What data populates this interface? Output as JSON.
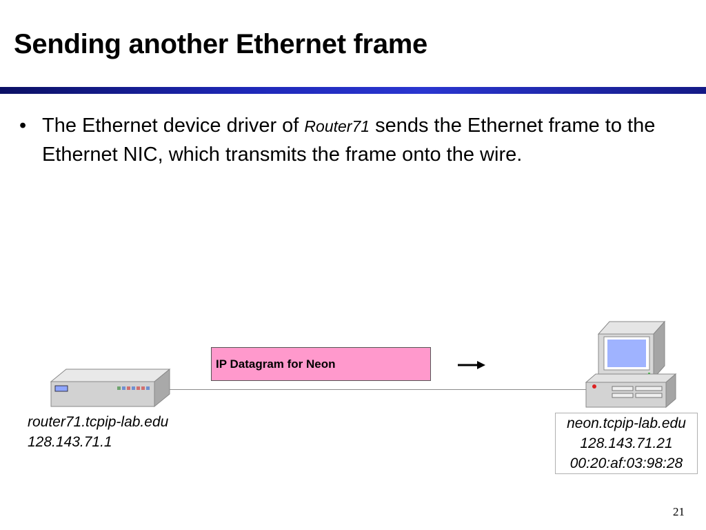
{
  "slide": {
    "title": "Sending another Ethernet frame",
    "bullet": {
      "marker": "•",
      "text_before": "The Ethernet device driver of ",
      "emphasis": "Router71",
      "text_after": " sends the Ethernet frame to the Ethernet NIC, which transmits the frame onto the wire."
    },
    "packet": {
      "label": "IP Datagram for Neon"
    },
    "router": {
      "hostname": "router71.tcpip-lab.edu",
      "ip": "128.143.71.1"
    },
    "host": {
      "hostname": "neon.tcpip-lab.edu",
      "ip": "128.143.71.21",
      "mac": "00:20:af:03:98:28"
    },
    "page_number": "21"
  },
  "icons": {
    "router": "router-icon",
    "host": "desktop-computer-icon",
    "arrow": "arrow-right-icon"
  },
  "colors": {
    "title_bar": "#1e28b8",
    "packet_fill": "#ff99cc",
    "wire": "#8a8a8a"
  }
}
